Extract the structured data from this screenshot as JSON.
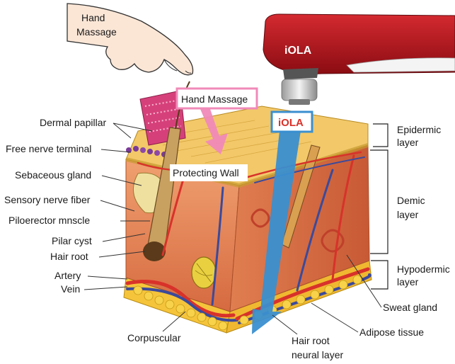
{
  "colors": {
    "skin_top": "#f2c869",
    "dermis": "#e8875a",
    "fat": "#f5c43b",
    "artery": "#d8322a",
    "vein": "#3b4a9c",
    "pink_arrow": "#f08ab8",
    "blue_arrow": "#3a8fd0",
    "device_red": "#b3141b"
  },
  "hand_label": {
    "line1": "Hand",
    "line2": "Massage"
  },
  "device": {
    "brand": "iOLA"
  },
  "callouts": {
    "hand_massage": "Hand Massage",
    "iola": "iOLA",
    "protecting_wall": "Protecting Wall"
  },
  "left_labels": [
    "Dermal papillar",
    "Free nerve terminal",
    "Sebaceous gland",
    "Sensory nerve fiber",
    "Piloerector mnscle",
    "Pilar cyst",
    "Hair root",
    "Artery",
    "Vein",
    "Corpuscular"
  ],
  "right_labels": {
    "epidermic": {
      "line1": "Epidermic",
      "line2": "layer"
    },
    "demic": {
      "line1": "Demic",
      "line2": "layer"
    },
    "hypodermic": {
      "line1": "Hypodermic",
      "line2": "layer"
    },
    "sweat_gland": "Sweat gland",
    "adipose": "Adipose tissue",
    "hair_root_neural": {
      "line1": "Hair root",
      "line2": "neural layer"
    }
  }
}
